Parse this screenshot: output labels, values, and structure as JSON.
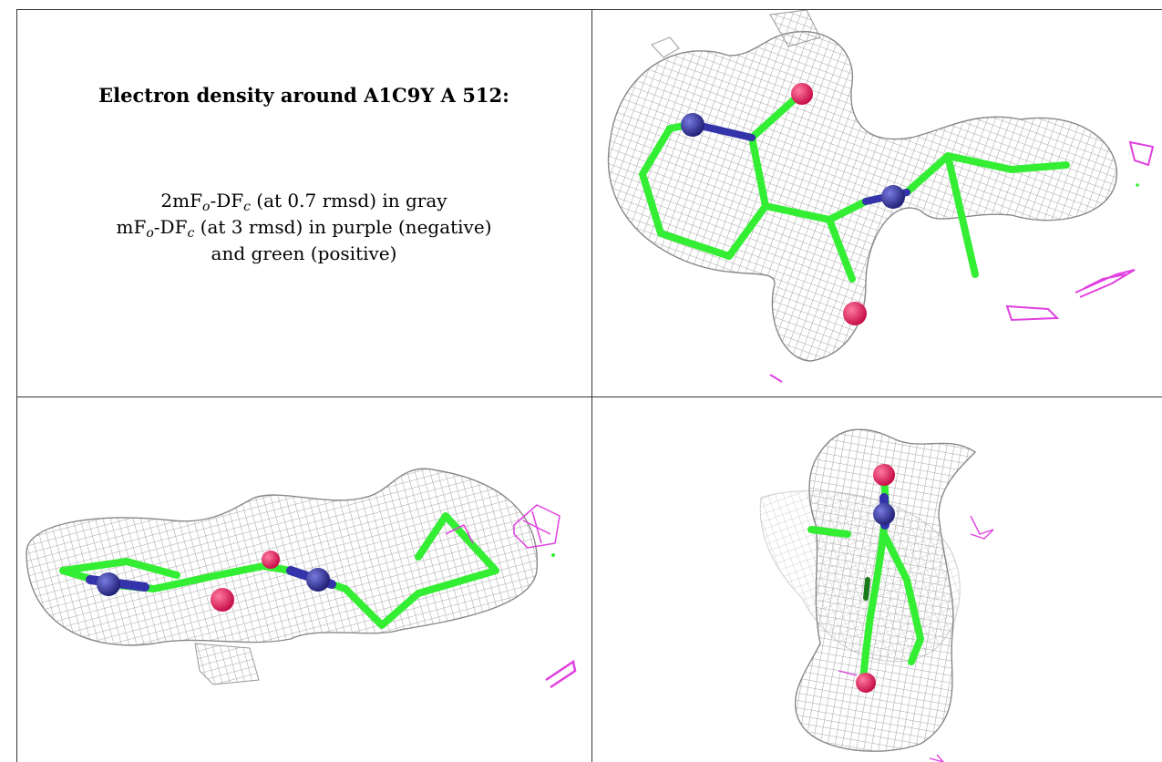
{
  "caption": {
    "title": "Electron density around A1C9Y A 512:",
    "line1": {
      "a": "2mF",
      "sub_o": "o",
      "b": "-DF",
      "sub_c": "c",
      "c": " (at 0.7 rmsd) in gray"
    },
    "line2": {
      "a": "mF",
      "sub_o": "o",
      "b": "-DF",
      "sub_c": "c",
      "c": " (at 3 rmsd) in purple (negative)"
    },
    "line3": "and green (positive)"
  },
  "colors": {
    "density_mesh": "#9a9a9a",
    "carbon": "#33ff33",
    "nitrogen": "#3333aa",
    "oxygen": "#e0235a",
    "negative": "#e040e0",
    "positive": "#33ee33",
    "border": "#333333"
  }
}
